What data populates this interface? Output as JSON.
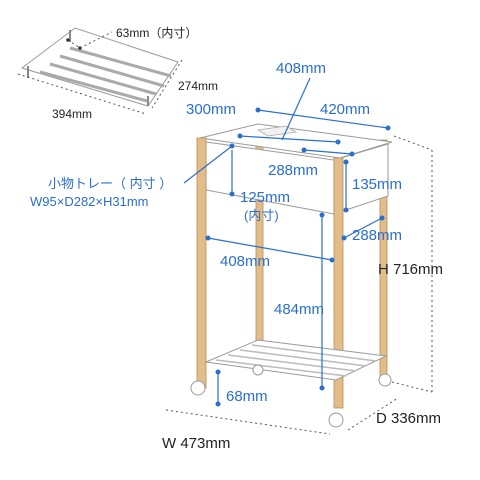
{
  "labels": {
    "tray_inner_width": "63mm（内寸）",
    "tray_depth": "274mm",
    "tray_width": "394mm",
    "top_center": "408mm",
    "top_left": "300mm",
    "top_right": "420mm",
    "inner_288_top": "288mm",
    "box_height": "135mm",
    "small_tray_title": "小物トレー（ 内寸 ）",
    "small_tray_dims": "W95×D282×H31mm",
    "inner_height": "125mm",
    "inner_height_note": "(内寸)",
    "inner_288_side": "288mm",
    "mid_width": "408mm",
    "total_height": "H 716mm",
    "shelf_height": "484mm",
    "bottom_height": "68mm",
    "total_depth": "D 336mm",
    "total_width": "W 473mm"
  },
  "colors": {
    "dimension_blue": "#2a6fd0",
    "wood": "#e2bd8a",
    "frame": "#ffffff",
    "outline": "#999999"
  }
}
